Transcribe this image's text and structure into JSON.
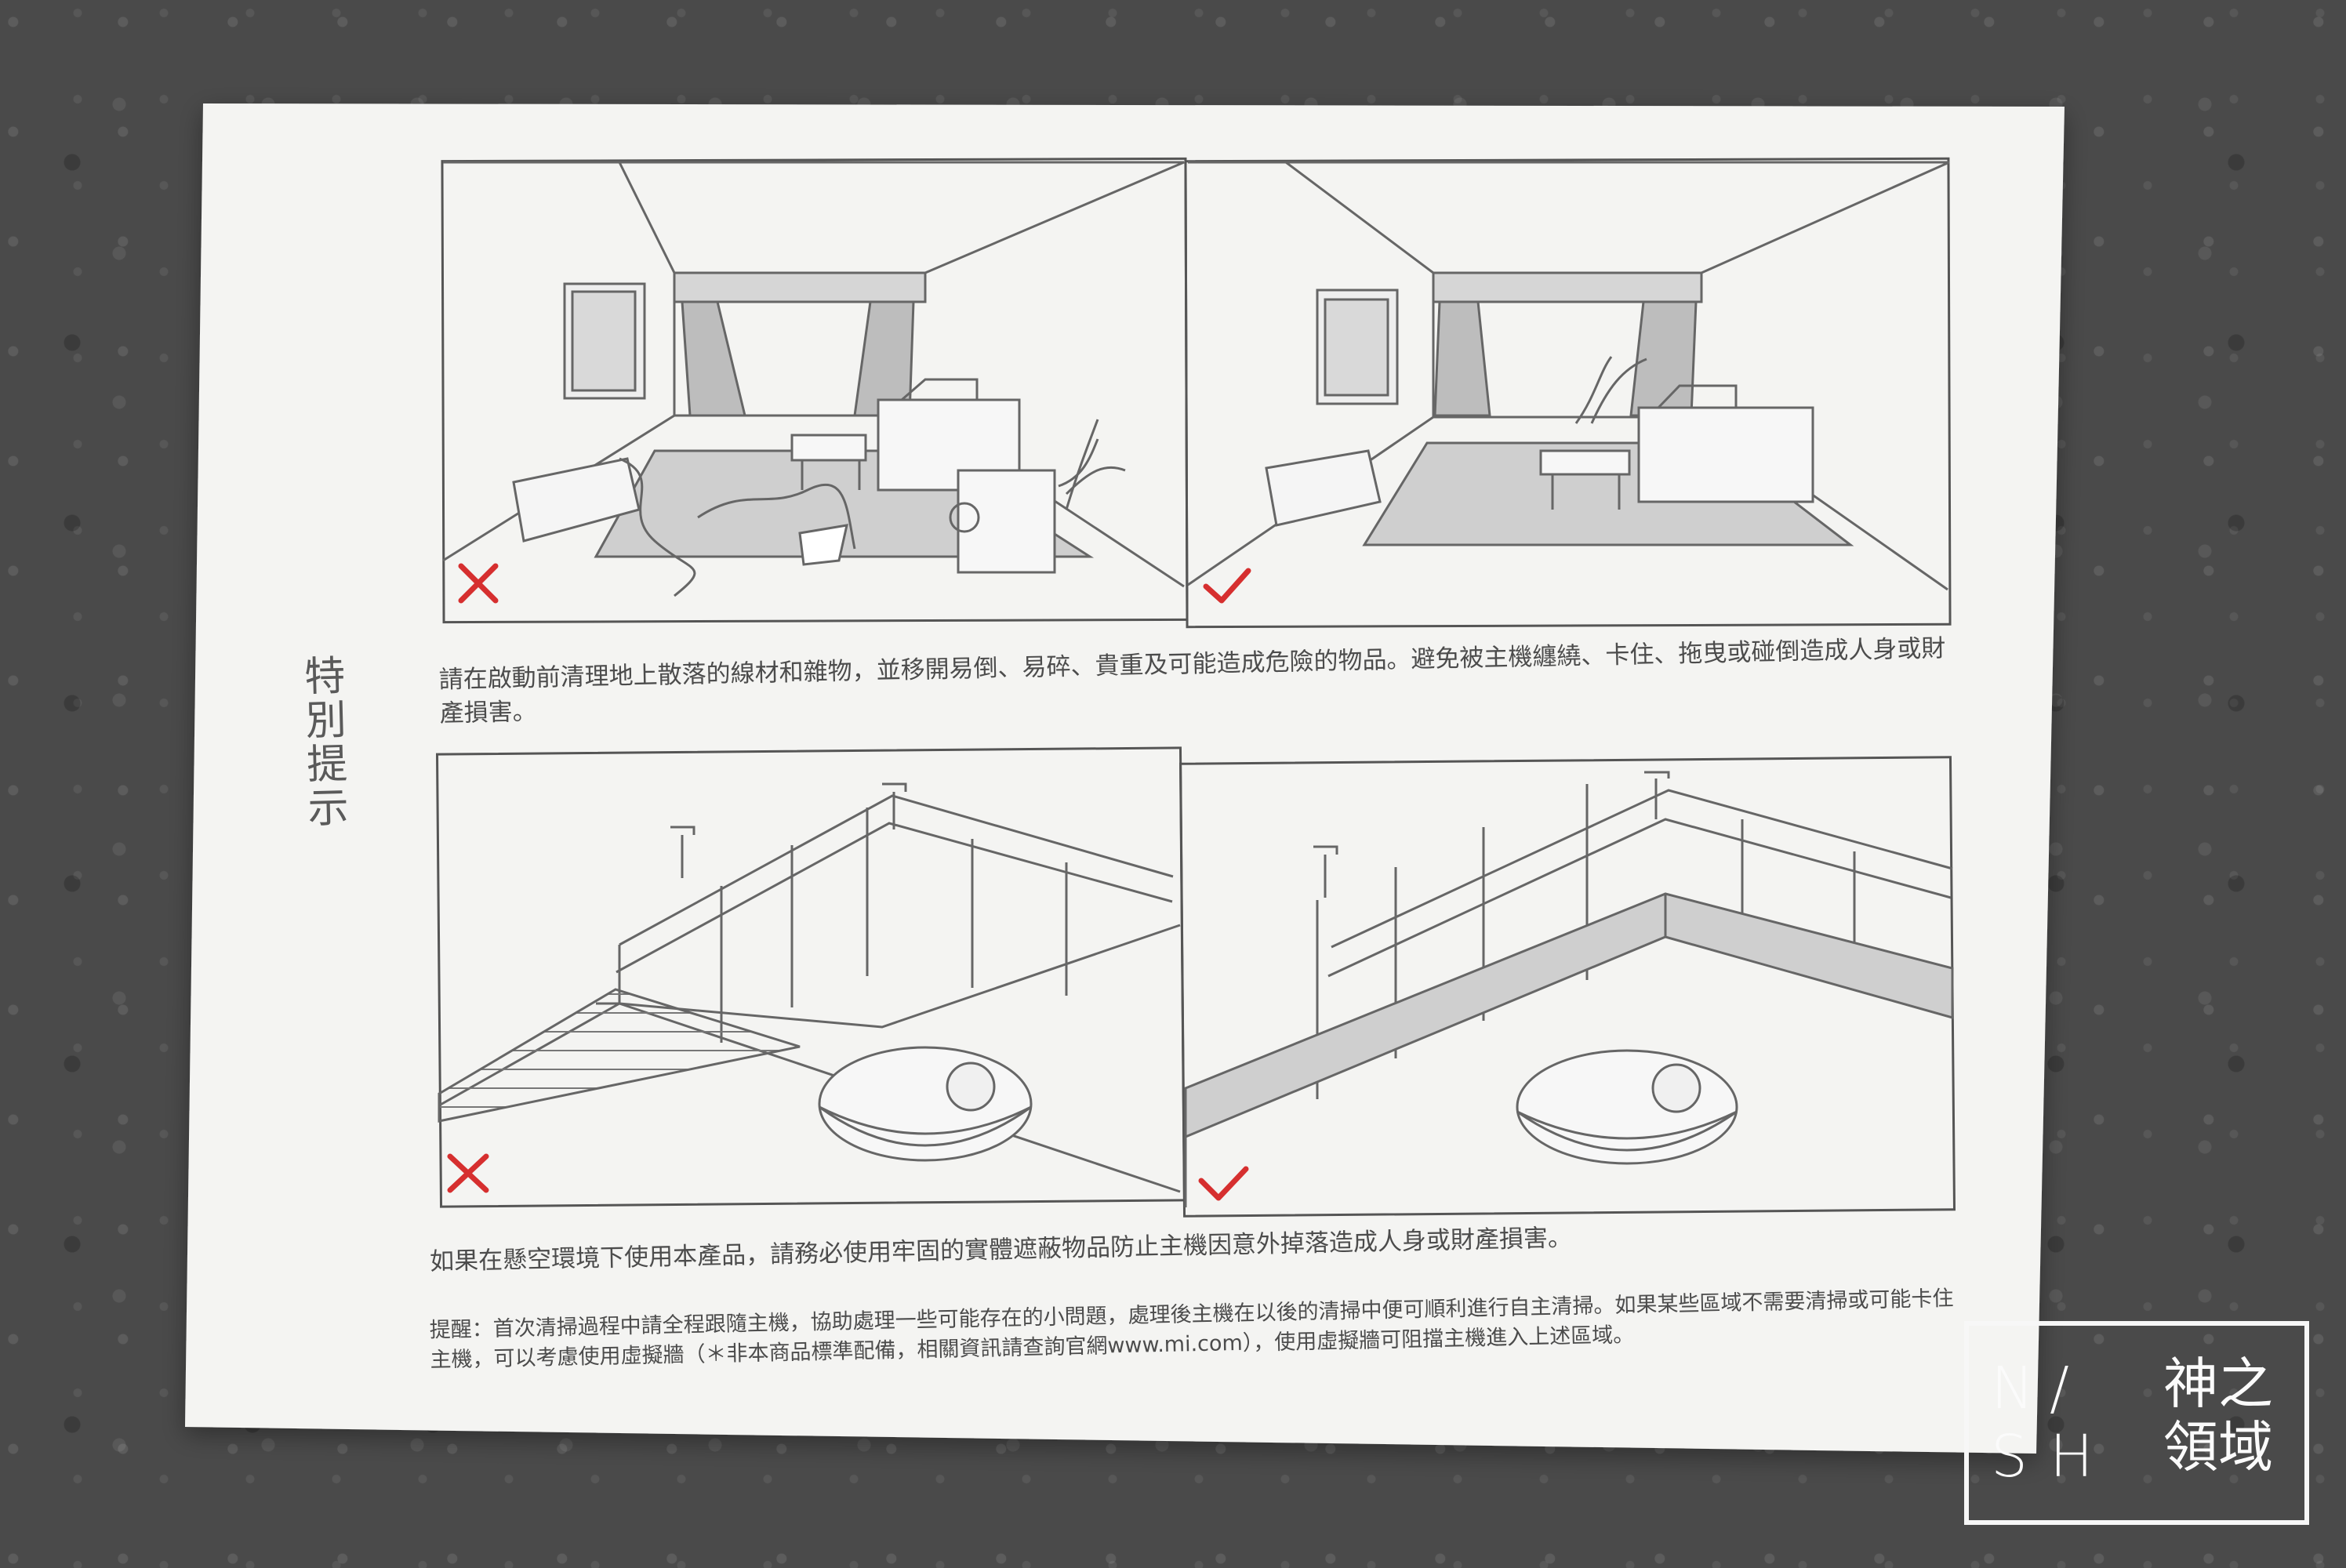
{
  "side_label": "特別提示",
  "caption_top": "請在啟動前清理地上散落的線材和雜物，並移開易倒、易碎、貴重及可能造成危險的物品。避免被主機纏繞、卡住、拖曳或碰倒造成人身或財產損害。",
  "caption_bottom": "如果在懸空環境下使用本產品，請務必使用牢固的實體遮蔽物品防止主機因意外掉落造成人身或財產損害。",
  "caption_note": "提醒：首次清掃過程中請全程跟隨主機，協助處理一些可能存在的小問題，處理後主機在以後的清掃中便可順利進行自主清掃。如果某些區域不需要清掃或可能卡住主機，可以考慮使用虛擬牆（＊非本商品標準配備，相關資訊請查詢官網www.mi.com），使用虛擬牆可阻擋主機進入上述區域。",
  "watermark": {
    "letters": [
      "N",
      "/",
      "S",
      "H"
    ],
    "title": "神之領域"
  },
  "marks": {
    "wrong_color": "#d62f2f",
    "right_color": "#d62f2f"
  }
}
